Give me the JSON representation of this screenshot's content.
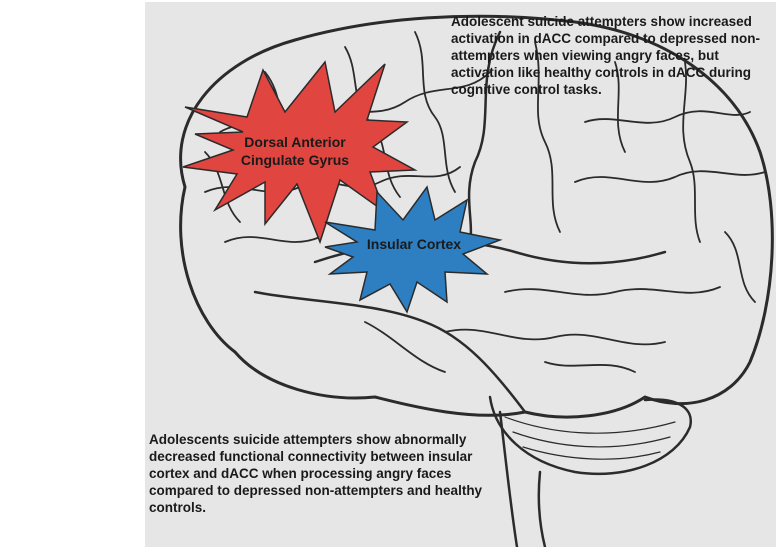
{
  "annotations": {
    "top": "Adolescent suicide attempters show increased activation in dACC  compared to depressed non-attempters when viewing angry faces, but activation like healthy controls in dACC during cognitive control tasks.",
    "bottom": "Adolescents suicide attempters show abnormally decreased functional connectivity between insular cortex and dACC when processing angry faces compared to depressed non-attempters and healthy controls."
  },
  "regions": {
    "dacc": {
      "label": "Dorsal Anterior Cingulate Gyrus",
      "color": "#e0453f"
    },
    "insula": {
      "label": "Insular Cortex",
      "color": "#2d7fc1"
    }
  }
}
